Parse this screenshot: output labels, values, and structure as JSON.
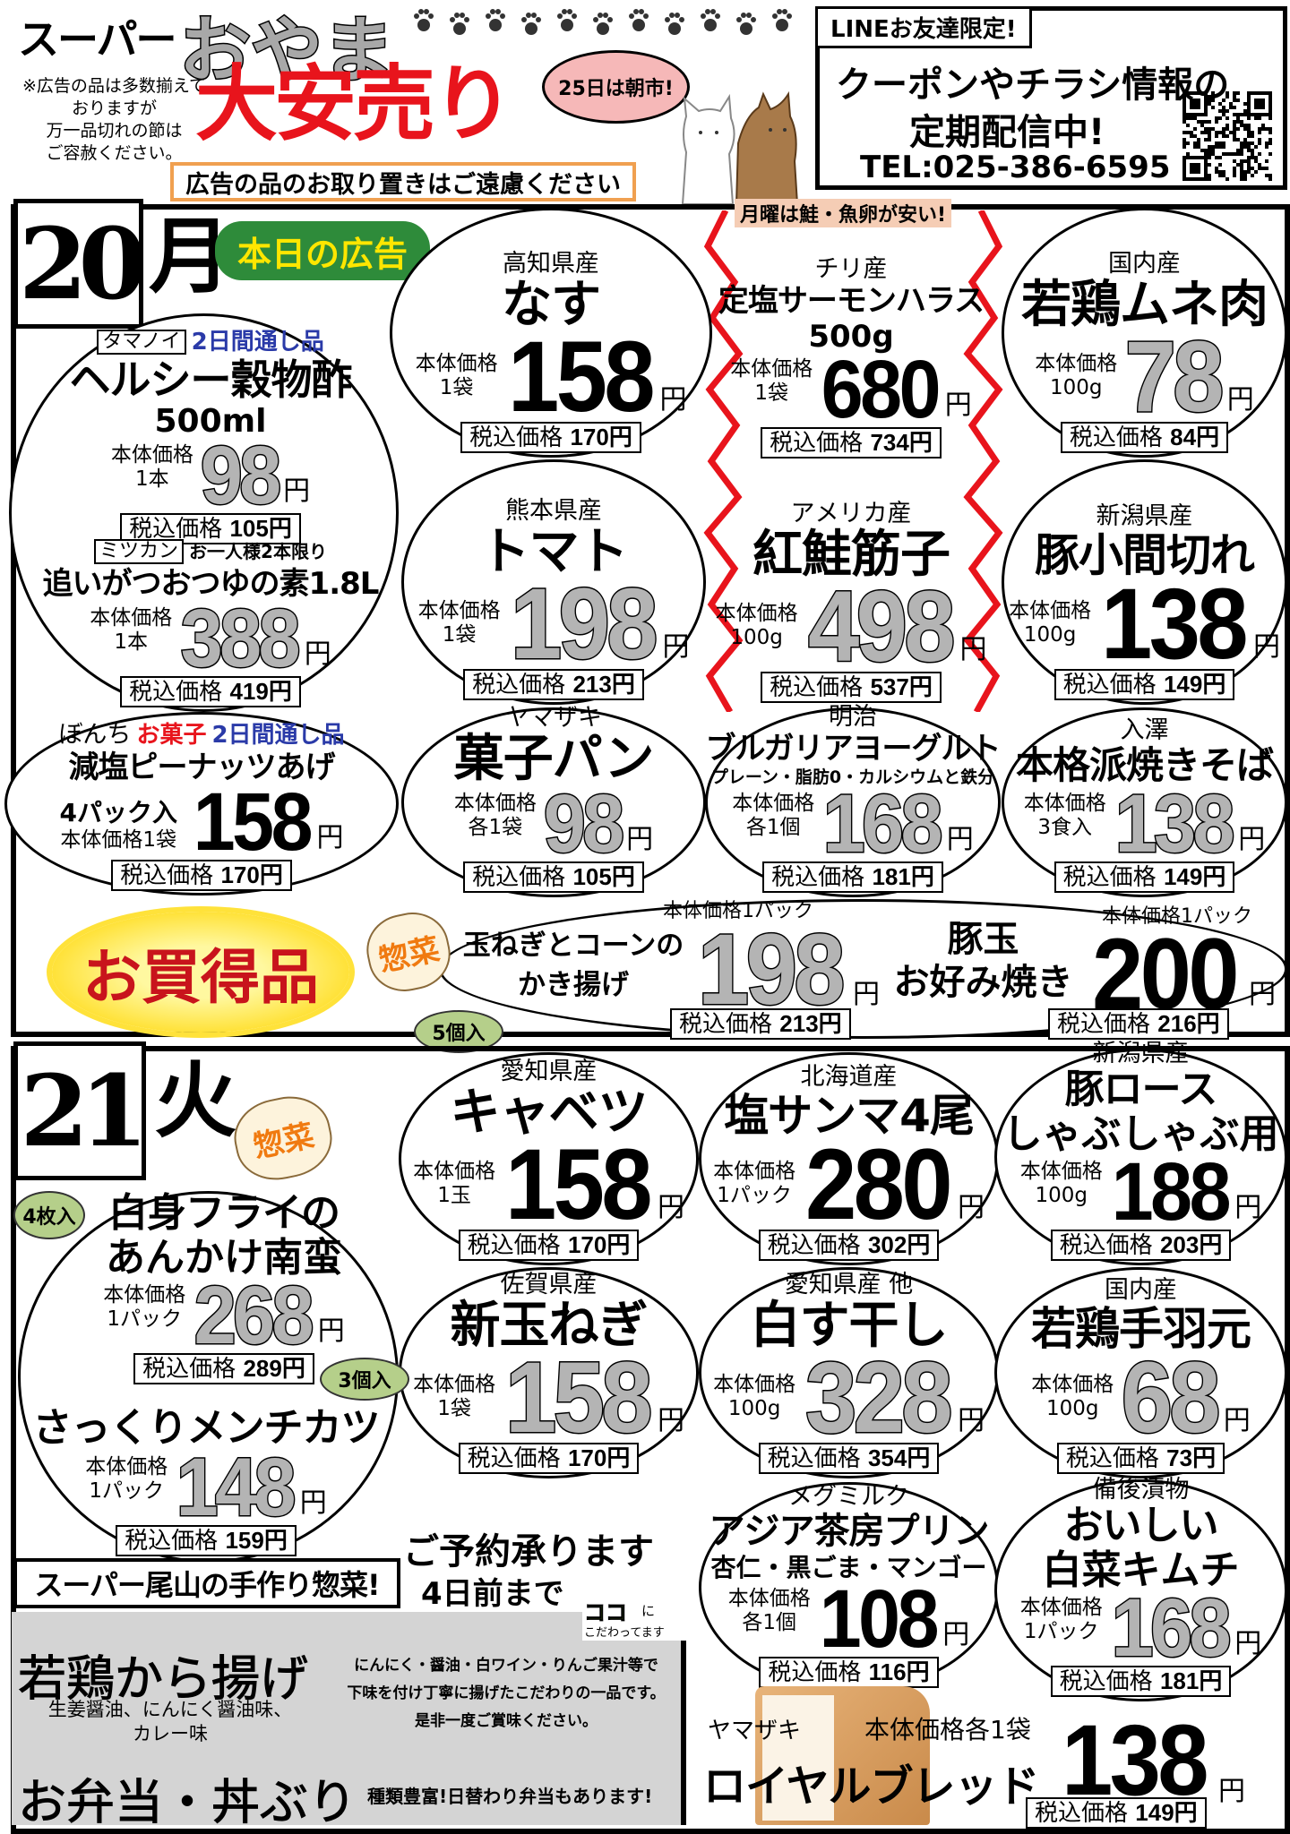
{
  "header": {
    "store_prefix": "スーパー",
    "store_name": "おやま",
    "notice_lines": [
      "※広告の品は多数揃えて",
      "おりますが",
      "万一品切れの節は",
      "ご容赦ください。"
    ],
    "sale_title": "大安売り",
    "morning_market": "25日は朝市!",
    "hold_notice": "広告の品のお取り置きはご遠慮ください",
    "line": {
      "tab": "LINEお友達限定!",
      "line1": "クーポンやチラシ情報の",
      "line2": "定期配信中!",
      "tel": "TEL:025-386-6595"
    }
  },
  "colors": {
    "sale_red": "#e8141c",
    "today_green": "#2e8b3a",
    "today_yellow": "#ffe600",
    "bubble_green": "#b5cf8a",
    "deli_orange": "#f07a10",
    "badge_blue": "#2a3aa8",
    "price_gray": "#b4b4b4"
  },
  "day20": {
    "date": "20",
    "weekday": "月",
    "badge": "本日の広告",
    "monday_note": "月曜は鮭・魚卵が安い!",
    "products": [
      {
        "tag": "タマノイ",
        "badges": [
          {
            "text": "2日間通し品",
            "color": "#2a3aa8"
          }
        ],
        "name": "ヘルシー穀物酢",
        "sub": "500ml",
        "unit_label": "本体価格",
        "unit": "1本",
        "price": "98",
        "price_color": "gray",
        "yen": "円",
        "tax_label": "税込価格",
        "tax": "105円"
      },
      {
        "tag": "ミツカン",
        "note": "お一人様2本限り",
        "name": "追いがつおつゆの素1.8L",
        "unit_label": "本体価格",
        "unit": "1本",
        "price": "388",
        "price_color": "gray",
        "yen": "円",
        "tax_label": "税込価格",
        "tax": "419円"
      },
      {
        "origin": "高知県産",
        "name": "なす",
        "unit_label": "本体価格",
        "unit": "1袋",
        "price": "158",
        "price_color": "black",
        "yen": "円",
        "tax_label": "税込価格",
        "tax": "170円"
      },
      {
        "origin": "チリ産",
        "name": "定塩サーモンハラス",
        "sub": "500g",
        "unit_label": "本体価格",
        "unit": "1袋",
        "price": "680",
        "price_color": "black",
        "yen": "円",
        "tax_label": "税込価格",
        "tax": "734円"
      },
      {
        "origin": "国内産",
        "name": "若鶏ムネ肉",
        "unit_label": "本体価格",
        "unit": "100g",
        "price": "78",
        "price_color": "gray",
        "yen": "円",
        "tax_label": "税込価格",
        "tax": "84円"
      },
      {
        "origin": "熊本県産",
        "name": "トマト",
        "unit_label": "本体価格",
        "unit": "1袋",
        "price": "198",
        "price_color": "gray",
        "yen": "円",
        "tax_label": "税込価格",
        "tax": "213円"
      },
      {
        "origin": "アメリカ産",
        "name": "紅鮭筋子",
        "unit_label": "本体価格",
        "unit": "100g",
        "price": "498",
        "price_color": "gray",
        "yen": "円",
        "tax_label": "税込価格",
        "tax": "537円"
      },
      {
        "origin": "新潟県産",
        "name": "豚小間切れ",
        "unit_label": "本体価格",
        "unit": "100g",
        "price": "138",
        "price_color": "black",
        "yen": "円",
        "tax_label": "税込価格",
        "tax": "149円"
      },
      {
        "origin": "ぼんち",
        "badges": [
          {
            "text": "お菓子",
            "color": "#e8141c"
          },
          {
            "text": "2日間通し品",
            "color": "#2a3aa8"
          }
        ],
        "name": "減塩ピーナッツあげ",
        "sub": "4パック入",
        "unit_label": "本体価格1袋",
        "price": "158",
        "price_color": "black",
        "yen": "円",
        "tax_label": "税込価格",
        "tax": "170円"
      },
      {
        "origin": "ヤマザキ",
        "name": "菓子パン",
        "unit_label": "本体価格",
        "unit": "各1袋",
        "price": "98",
        "price_color": "gray",
        "yen": "円",
        "tax_label": "税込価格",
        "tax": "105円"
      },
      {
        "origin": "明治",
        "name": "ブルガリアヨーグルト",
        "sub": "プレーン・脂肪0・カルシウムと鉄分",
        "unit_label": "本体価格",
        "unit": "各1個",
        "price": "168",
        "price_color": "gray",
        "yen": "円",
        "tax_label": "税込価格",
        "tax": "181円"
      },
      {
        "origin": "入澤",
        "name": "本格派焼きそば",
        "unit_label": "本体価格",
        "unit": "3食入",
        "price": "138",
        "price_color": "gray",
        "yen": "円",
        "tax_label": "税込価格",
        "tax": "149円"
      }
    ],
    "bargain": {
      "title": "お買得品",
      "deli_tag": "惣菜",
      "items": [
        {
          "name_lines": [
            "玉ねぎとコーンの",
            "かき揚げ"
          ],
          "count": "5個入",
          "unit_label": "本体価格1パック",
          "price": "198",
          "price_color": "gray",
          "yen": "円",
          "tax_label": "税込価格",
          "tax": "213円"
        },
        {
          "name_lines": [
            "豚玉",
            "お好み焼き"
          ],
          "unit_label": "本体価格1パック",
          "price": "200",
          "price_color": "black",
          "yen": "円",
          "tax_label": "税込価格",
          "tax": "216円"
        }
      ]
    }
  },
  "day21": {
    "date": "21",
    "weekday": "火",
    "deli_tag": "惣菜",
    "counts": [
      "4枚入",
      "3個入"
    ],
    "products": [
      {
        "name": "白身フライの",
        "sub": "あんかけ南蛮",
        "unit_label": "本体価格",
        "unit": "1パック",
        "price": "268",
        "price_color": "gray",
        "yen": "円",
        "tax_label": "税込価格",
        "tax": "289円"
      },
      {
        "name": "さっくりメンチカツ",
        "unit_label": "本体価格",
        "unit": "1パック",
        "price": "148",
        "price_color": "gray",
        "yen": "円",
        "tax_label": "税込価格",
        "tax": "159円"
      },
      {
        "origin": "愛知県産",
        "name": "キャベツ",
        "unit_label": "本体価格",
        "unit": "1玉",
        "price": "158",
        "price_color": "black",
        "yen": "円",
        "tax_label": "税込価格",
        "tax": "170円"
      },
      {
        "origin": "北海道産",
        "name": "塩サンマ4尾",
        "unit_label": "本体価格",
        "unit": "1パック",
        "price": "280",
        "price_color": "black",
        "yen": "円",
        "tax_label": "税込価格",
        "tax": "302円"
      },
      {
        "origin": "新潟県産",
        "name": "豚ロース",
        "sub": "しゃぶしゃぶ用",
        "unit_label": "本体価格",
        "unit": "100g",
        "price": "188",
        "price_color": "black",
        "yen": "円",
        "tax_label": "税込価格",
        "tax": "203円"
      },
      {
        "origin": "佐賀県産",
        "name": "新玉ねぎ",
        "unit_label": "本体価格",
        "unit": "1袋",
        "price": "158",
        "price_color": "gray",
        "yen": "円",
        "tax_label": "税込価格",
        "tax": "170円"
      },
      {
        "origin": "愛知県産 他",
        "name": "白す干し",
        "unit_label": "本体価格",
        "unit": "100g",
        "price": "328",
        "price_color": "gray",
        "yen": "円",
        "tax_label": "税込価格",
        "tax": "354円"
      },
      {
        "origin": "国内産",
        "name": "若鶏手羽元",
        "unit_label": "本体価格",
        "unit": "100g",
        "price": "68",
        "price_color": "gray",
        "yen": "円",
        "tax_label": "税込価格",
        "tax": "73円"
      },
      {
        "origin": "メグミルク",
        "name": "アジア茶房プリン",
        "sub": "杏仁・黒ごま・マンゴー",
        "unit_label": "本体価格",
        "unit": "各1個",
        "price": "108",
        "price_color": "black",
        "yen": "円",
        "tax_label": "税込価格",
        "tax": "116円"
      },
      {
        "origin": "備後漬物",
        "name": "おいしい",
        "sub": "白菜キムチ",
        "unit_label": "本体価格",
        "unit": "1パック",
        "price": "168",
        "price_color": "gray",
        "yen": "円",
        "tax_label": "税込価格",
        "tax": "181円"
      }
    ],
    "bread": {
      "brand": "ヤマザキ",
      "name": "ロイヤルブレッド",
      "unit_label": "本体価格各1袋",
      "price": "138",
      "yen": "円",
      "tax_label": "税込価格",
      "tax": "149円"
    },
    "deli": {
      "title": "スーパー尾山の手作り惣菜!",
      "reserve1": "ご予約承ります",
      "reserve2": "4日前まで",
      "koko": "ココ",
      "koko_ni": "に",
      "kodawari": "こだわってます",
      "karaage": {
        "name": "若鶏から揚げ",
        "flavors": [
          "生姜醤油、にんにく醤油味、",
          "カレー味"
        ],
        "desc": [
          "にんにく・醤油・白ワイン・りんご果汁等で",
          "下味を付け丁寧に揚げたこだわりの一品です。",
          "是非一度ご賞味ください。"
        ]
      },
      "bento": {
        "name": "お弁当・丼ぶり",
        "desc": "種類豊富!日替わり弁当もあります!"
      }
    }
  }
}
